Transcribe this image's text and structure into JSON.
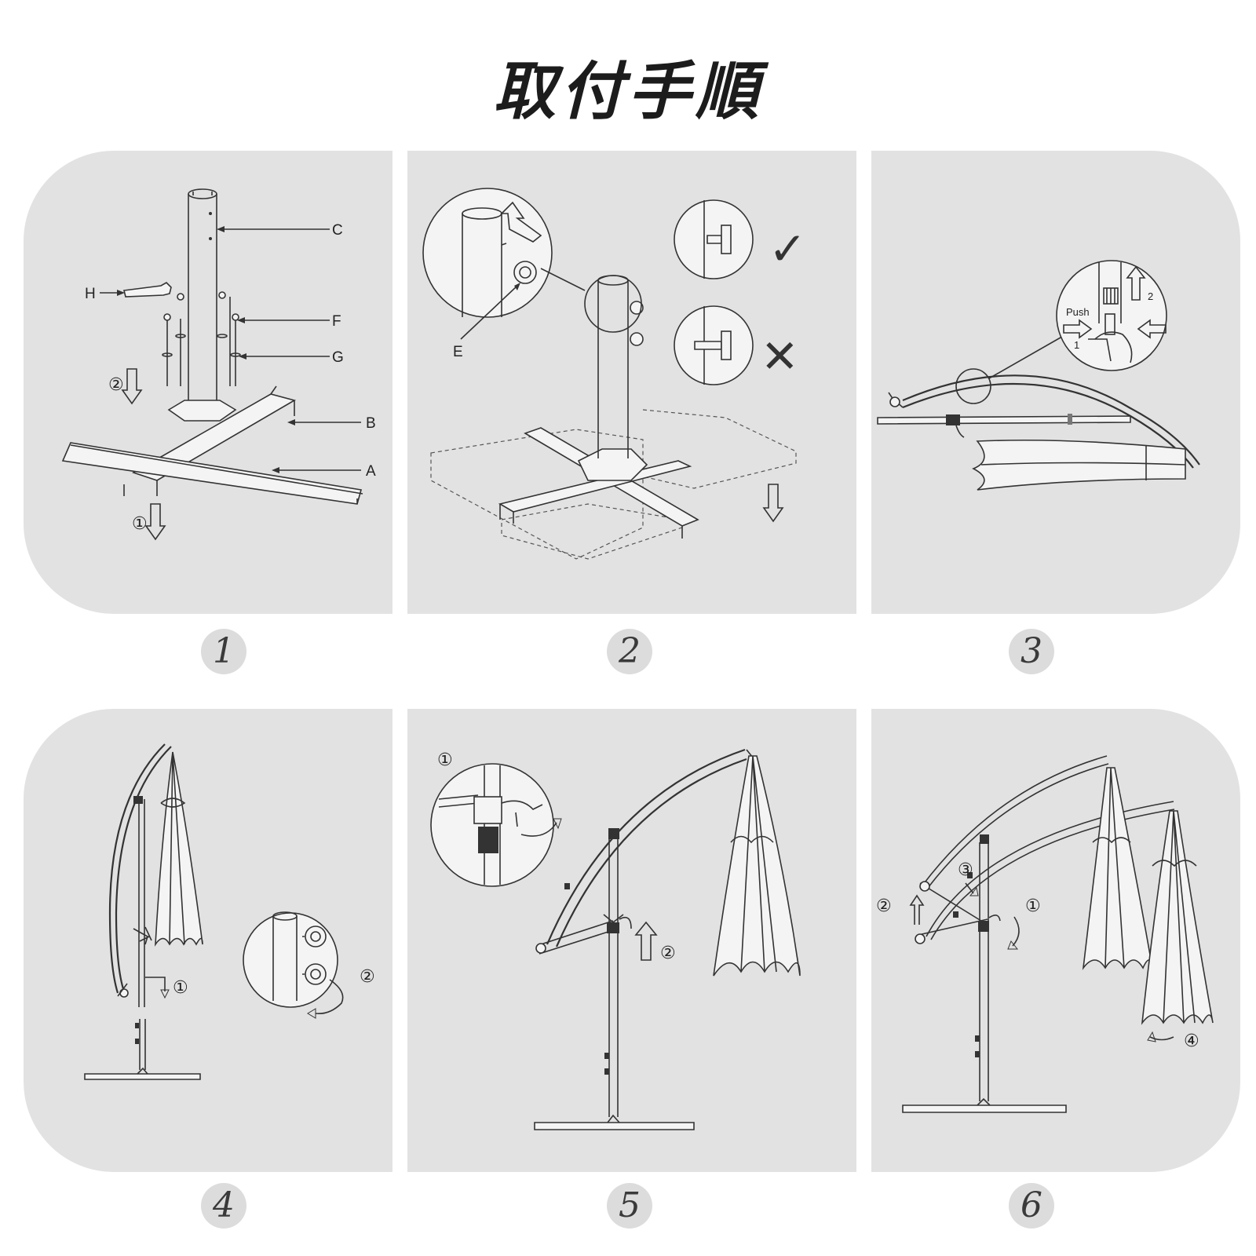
{
  "title": "取付手順",
  "steps": [
    {
      "number": "1",
      "labels": {
        "a": "A",
        "b": "B",
        "c": "C",
        "f": "F",
        "g": "G",
        "h": "H"
      },
      "callouts": {
        "one": "①",
        "two": "②"
      }
    },
    {
      "number": "2",
      "labels": {
        "e": "E"
      },
      "marks": {
        "ok": "✓",
        "ng": "✕"
      }
    },
    {
      "number": "3",
      "labels": {
        "push": "Push",
        "one": "1",
        "two": "2"
      }
    },
    {
      "number": "4",
      "callouts": {
        "one": "①",
        "two": "②"
      }
    },
    {
      "number": "5",
      "callouts": {
        "one": "①",
        "two": "②"
      }
    },
    {
      "number": "6",
      "callouts": {
        "one": "①",
        "two": "②",
        "three": "③",
        "four": "④"
      }
    }
  ],
  "colors": {
    "panel": "#e2e2e2",
    "line": "#333333",
    "badge": "#dcdcdc"
  }
}
